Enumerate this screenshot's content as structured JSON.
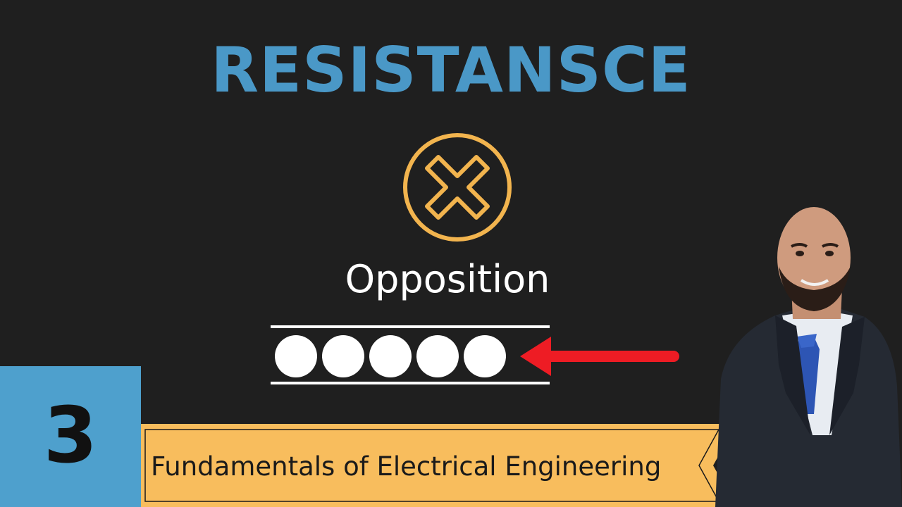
{
  "title": "RESISTANSCE",
  "caption": "Opposition",
  "episode_number": "3",
  "series_title": "Fundamentals of Electrical Engineering",
  "colors": {
    "background": "#1f1f1f",
    "title": "#4a98c7",
    "icon": "#f2b44e",
    "arrow": "#ee1c24",
    "badge": "#4ea0cd",
    "banner": "#f8bd5d"
  },
  "icons": {
    "opposition_icon": "x-in-circle-icon",
    "direction_icon": "left-arrow-icon"
  },
  "electron_count": 5
}
